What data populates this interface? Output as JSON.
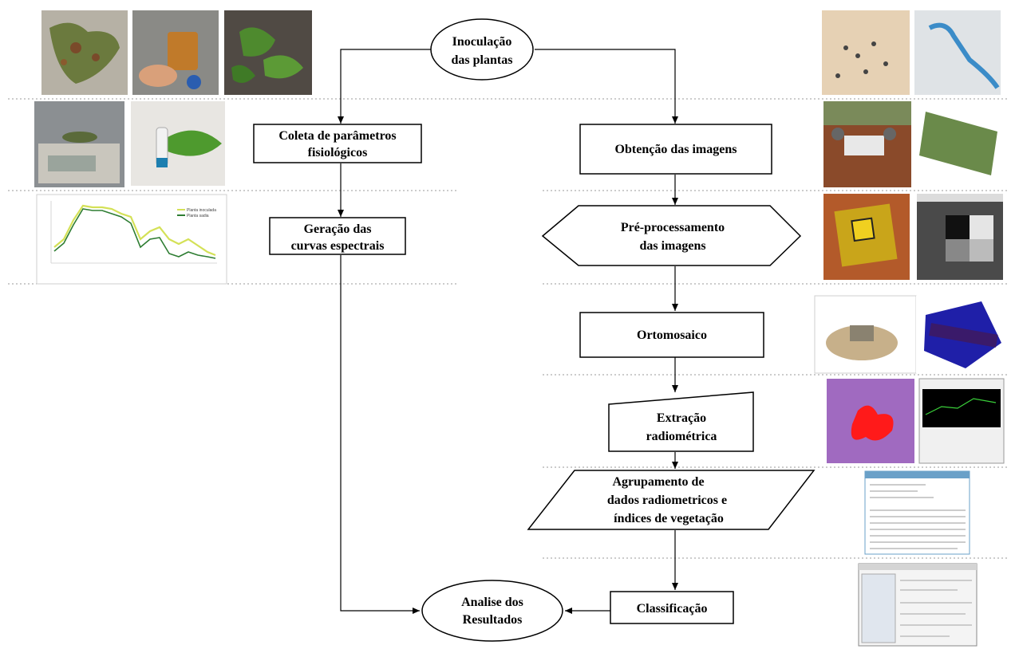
{
  "nodes": {
    "inoculacao": {
      "line1": "Inoculação",
      "line2": "das plantas"
    },
    "coleta": {
      "line1": "Coleta de parâmetros",
      "line2": "fisiológicos"
    },
    "geracao": {
      "line1": "Geração das",
      "line2": "curvas espectrais"
    },
    "obtencao": {
      "line1": "Obtenção das imagens"
    },
    "preprocessamento": {
      "line1": "Pré-processamento",
      "line2": "das imagens"
    },
    "ortomosaico": {
      "line1": "Ortomosaico"
    },
    "extracao": {
      "line1": "Extração",
      "line2": "radiométrica"
    },
    "agrupamento": {
      "line1": "Agrupamento de",
      "line2": "dados radiometricos e",
      "line3": "índices de vegetação"
    },
    "classificacao": {
      "line1": "Classificação"
    },
    "analise": {
      "line1": "Analise dos",
      "line2": "Resultados"
    }
  },
  "thumbnails": {
    "spectral_chart_legend": [
      "Planta inoculada",
      "Planta sadia"
    ]
  },
  "colors": {
    "line": "#000000",
    "separator": "#9a9a9a",
    "curve_inoculated": "#d4e157",
    "curve_healthy": "#2e7d32"
  }
}
